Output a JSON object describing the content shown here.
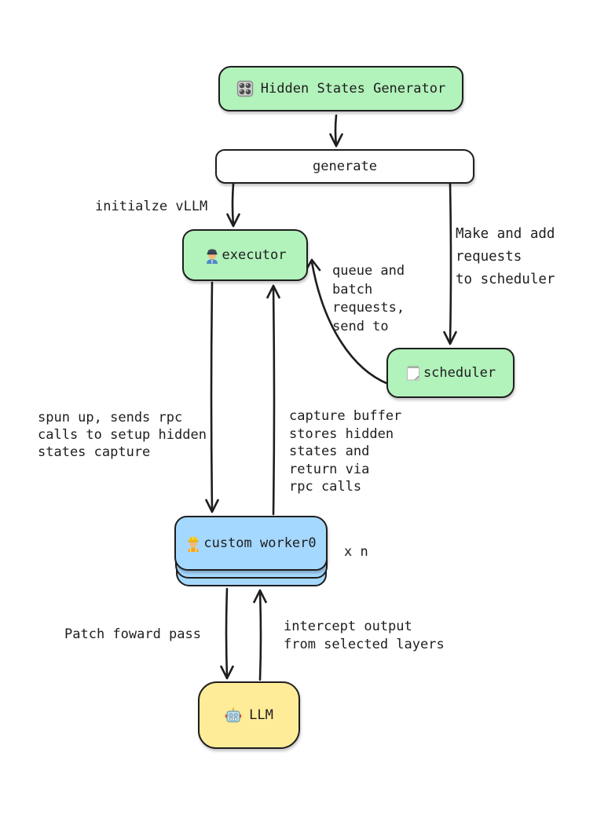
{
  "colors": {
    "node_green": "#b2f2bb",
    "node_blue": "#a5d8ff",
    "node_yellow": "#ffec99",
    "node_white": "#ffffff",
    "stroke": "#1e1e1e"
  },
  "nodes": {
    "hidden_states_generator": {
      "label": "Hidden States Generator",
      "icon": "control-knobs-icon",
      "fill": "#b2f2bb"
    },
    "generate": {
      "label": "generate",
      "fill": "#ffffff"
    },
    "executor": {
      "label": "executor",
      "icon": "mechanic-icon",
      "fill": "#b2f2bb"
    },
    "scheduler": {
      "label": "scheduler",
      "icon": "notepad-icon",
      "fill": "#b2f2bb"
    },
    "custom_worker": {
      "label": "custom worker0",
      "icon": "construction-worker-icon",
      "fill": "#a5d8ff",
      "multiplier": "x n"
    },
    "llm": {
      "label": "LLM",
      "icon": "robot-icon",
      "fill": "#ffec99"
    }
  },
  "annotations": {
    "initialize_vllm": "initialze vLLM",
    "make_requests": "Make and add\nrequests\nto scheduler",
    "queue_batch": "queue and\nbatch\nrequests,\nsend to",
    "spun_up": "spun up, sends rpc\ncalls to setup hidden\nstates capture",
    "capture_buffer": "capture buffer\nstores hidden\nstates and\nreturn via\nrpc calls",
    "patch_forward": "Patch foward pass",
    "intercept": "intercept output\nfrom selected layers"
  }
}
